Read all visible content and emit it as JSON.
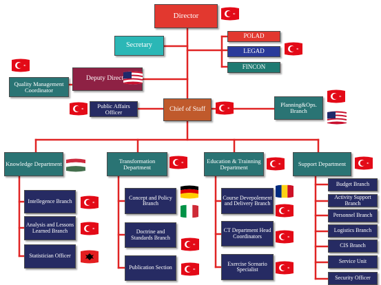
{
  "director": "Director",
  "secretary": "Secretary",
  "advisors": [
    "POLAD",
    "LEGAD",
    "FINCON"
  ],
  "deputy_director": "Deputy Director",
  "quality_management": "Quality Management Coordinator",
  "chief_of_staff": "Chief of Staff",
  "public_affairs": "Public Affairs Officer",
  "planning_ops": "Planning&Ops. Branch",
  "departments": {
    "knowledge": {
      "title": "Knowledge Department",
      "units": [
        "Intellegence Branch",
        "Analysis and Lessons Learned Branch",
        "Statistician Officer"
      ]
    },
    "transformation": {
      "title": "Transformation Department",
      "units": [
        "Concept and Policy Branch",
        "Doctrine and Standards Branch",
        "Publication Section"
      ]
    },
    "education": {
      "title": "Education & Trainning Department",
      "units": [
        "Course Devepolement and Delivery Branch",
        "CT Department Head Coordinators",
        "Exercise Scenario Specialist"
      ]
    },
    "support": {
      "title": "Support Department",
      "units": [
        "Budget Branch",
        "Activity Support Branch",
        "Personnel Branch",
        "Logistics Branch",
        "CIS Branch",
        "Service Unit",
        "Security Officer"
      ]
    }
  },
  "colors": {
    "line": "#e02424",
    "director": "#e2382f",
    "secretary": "#2bb7b6",
    "chief_of_staff": "#c05a2c",
    "deputy_director": "#8e2144",
    "staff_box": "#2a7474",
    "unit_box": "#262b63",
    "polad": "#e2382f",
    "legad": "#2a3a9a",
    "fincon": "#1f7a72"
  },
  "flag_icons": [
    "turkey-flag-icon",
    "usa-flag-icon",
    "hungary-flag-icon",
    "germany-flag-icon",
    "italy-flag-icon",
    "romania-flag-icon",
    "albania-flag-icon"
  ]
}
